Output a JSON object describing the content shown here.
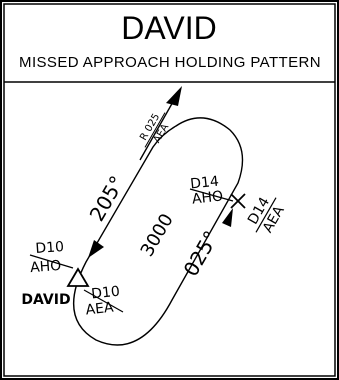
{
  "header": {
    "title": "DAVID",
    "subtitle": "MISSED APPROACH HOLDING PATTERN"
  },
  "holding": {
    "inbound_course": "205°",
    "outbound_course": "025°",
    "altitude": "3000",
    "radial_label": "R 025",
    "radial_station": "AEA"
  },
  "fix": {
    "name": "DAVID",
    "dme_top_distance": "D10",
    "dme_top_station": "AHO",
    "dme_bottom_distance": "D10",
    "dme_bottom_station": "AEA"
  },
  "waypoint": {
    "dme_left_distance": "D14",
    "dme_left_station": "AHO",
    "dme_right_distance": "D14",
    "dme_right_station": "AEA"
  },
  "colors": {
    "ink": "#000000",
    "background": "#ffffff"
  }
}
